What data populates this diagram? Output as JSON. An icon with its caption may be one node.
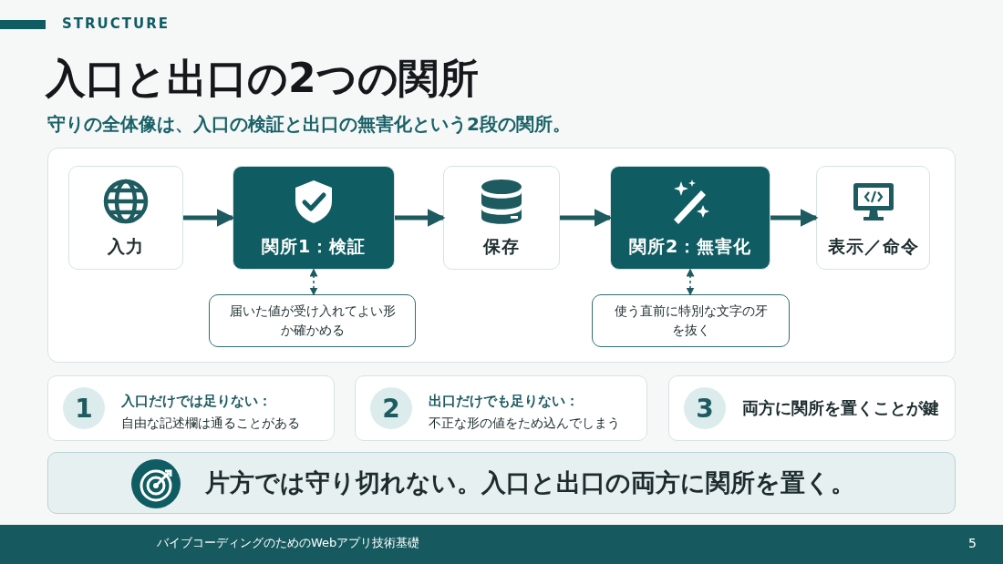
{
  "diagram": {
    "title": "入口と出口の2つの関所",
    "nodes": [
      {
        "text": [
          "入力"
        ]
      },
      {
        "text": [
          "関所1：検証"
        ]
      },
      {
        "text": [
          "保存"
        ]
      },
      {
        "text": [
          "関所2：無害化"
        ]
      },
      {
        "text": [
          "表示／命令"
        ]
      },
      {
        "text": [
          "届いた値が受け入れてよい形か確かめる"
        ]
      },
      {
        "text": [
          "使う直前に特別な文字の牙を抜く"
        ]
      },
      {
        "text": [
          "1",
          "入口だけでは足りない：",
          "自由な記述欄は通ることがある"
        ]
      },
      {
        "text": [
          "2",
          "出口だけでも足りない：",
          "不正な形の値をため込んでしまう"
        ]
      },
      {
        "text": [
          "3",
          "両方に関所を置くことが鍵"
        ]
      },
      {
        "text": [
          "片方では守り切れない。入口と出口の両方に関所を置く。"
        ]
      }
    ],
    "edges": [
      {
        "from": 0,
        "to": 1,
        "arrow": "to"
      },
      {
        "from": 1,
        "to": 2,
        "arrow": "to"
      },
      {
        "from": 2,
        "to": 3,
        "arrow": "to"
      },
      {
        "from": 3,
        "to": 4,
        "arrow": "to"
      },
      {
        "from": 1,
        "to": 5,
        "arrow": "both",
        "style": "dashed"
      },
      {
        "from": 3,
        "to": 6,
        "arrow": "both",
        "style": "dashed"
      }
    ],
    "labels": [
      "STRUCTURE",
      "守りの全体像は、入口の検証と出口の無害化という2段の関所。",
      "バイブコーディングのためのWebアプリ技術基礎",
      "5"
    ]
  }
}
